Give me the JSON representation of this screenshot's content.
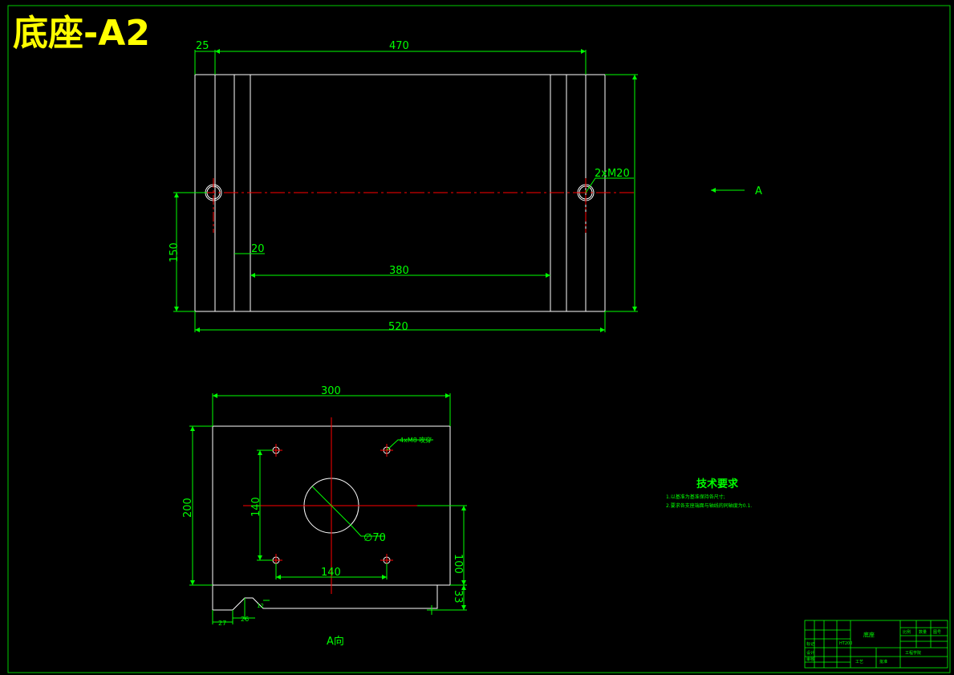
{
  "title": "底座-A2",
  "colors": {
    "background": "#000000",
    "outline": "#ffffff",
    "dimension": "#00ff00",
    "centerline": "#ff0000",
    "title": "#ffff00",
    "frame": "#00cc00"
  },
  "top_view": {
    "dims": {
      "d25": "25",
      "d470": "470",
      "thread": "2xM20",
      "d150": "150",
      "d20": "20",
      "d380": "380",
      "d520": "520"
    },
    "view_arrow_label": "A"
  },
  "a_view": {
    "dims": {
      "d300": "300",
      "holes": "4xM8",
      "holes_note": "攻穿",
      "d140v": "140",
      "d200": "200",
      "bore": "∅70",
      "d100": "100",
      "d140h": "140",
      "d33": "33",
      "d27": "27",
      "d26": "26",
      "d12": "12"
    },
    "caption": "A向"
  },
  "tech_requirements": {
    "heading": "技术要求",
    "items": [
      "1.以基准为基准保持各尺寸;",
      "2.要求各支座端面与轴线的同轴度为0.1."
    ]
  },
  "title_block": {
    "part_name": "底座",
    "material": "HT200",
    "school": "工程学院",
    "labels": [
      "标记",
      "设计",
      "审核",
      "工艺",
      "批准",
      "比例",
      "数量",
      "图号"
    ]
  }
}
